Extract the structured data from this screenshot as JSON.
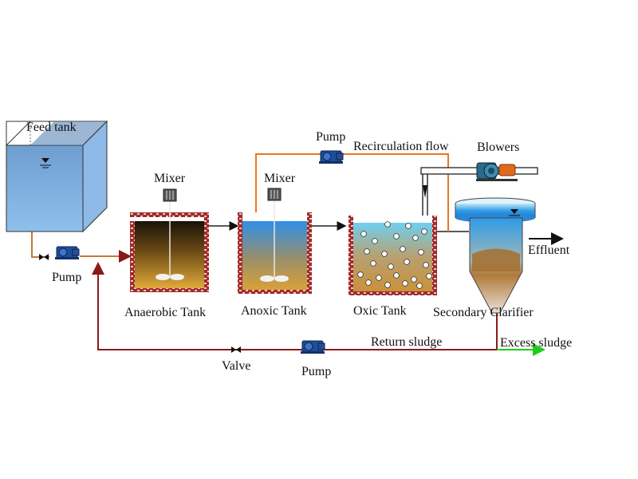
{
  "labels": {
    "feed_tank": "Feed tank",
    "pump_feed": "Pump",
    "mixer_1": "Mixer",
    "mixer_2": "Mixer",
    "pump_recirc": "Pump",
    "recirculation": "Recirculation  flow",
    "blowers": "Blowers",
    "effluent": "Effluent",
    "anaerobic_tank": "Anaerobic Tank",
    "anoxic_tank": "Anoxic Tank",
    "oxic_tank": "Oxic  Tank",
    "secondary_clarifier": "Secondary Clarifier",
    "return_sludge": "Return sludge",
    "excess_sludge": "Excess sludge",
    "valve": "Valve",
    "pump_return": "Pump"
  },
  "colors": {
    "sludge_line": "#8b1a1a",
    "recirc_line": "#e87722",
    "excess_line": "#1ecc1e",
    "brick": "#9c2a2a",
    "water_blue": "#3aa8e8",
    "sludge_brown": "#b87c2a",
    "pump_blue": "#1f4e9a"
  },
  "icons": {
    "pump": "pump-icon",
    "mixer": "mixer-icon",
    "blower": "blower-icon",
    "valve": "valve-icon",
    "water_level": "water-level-icon"
  }
}
